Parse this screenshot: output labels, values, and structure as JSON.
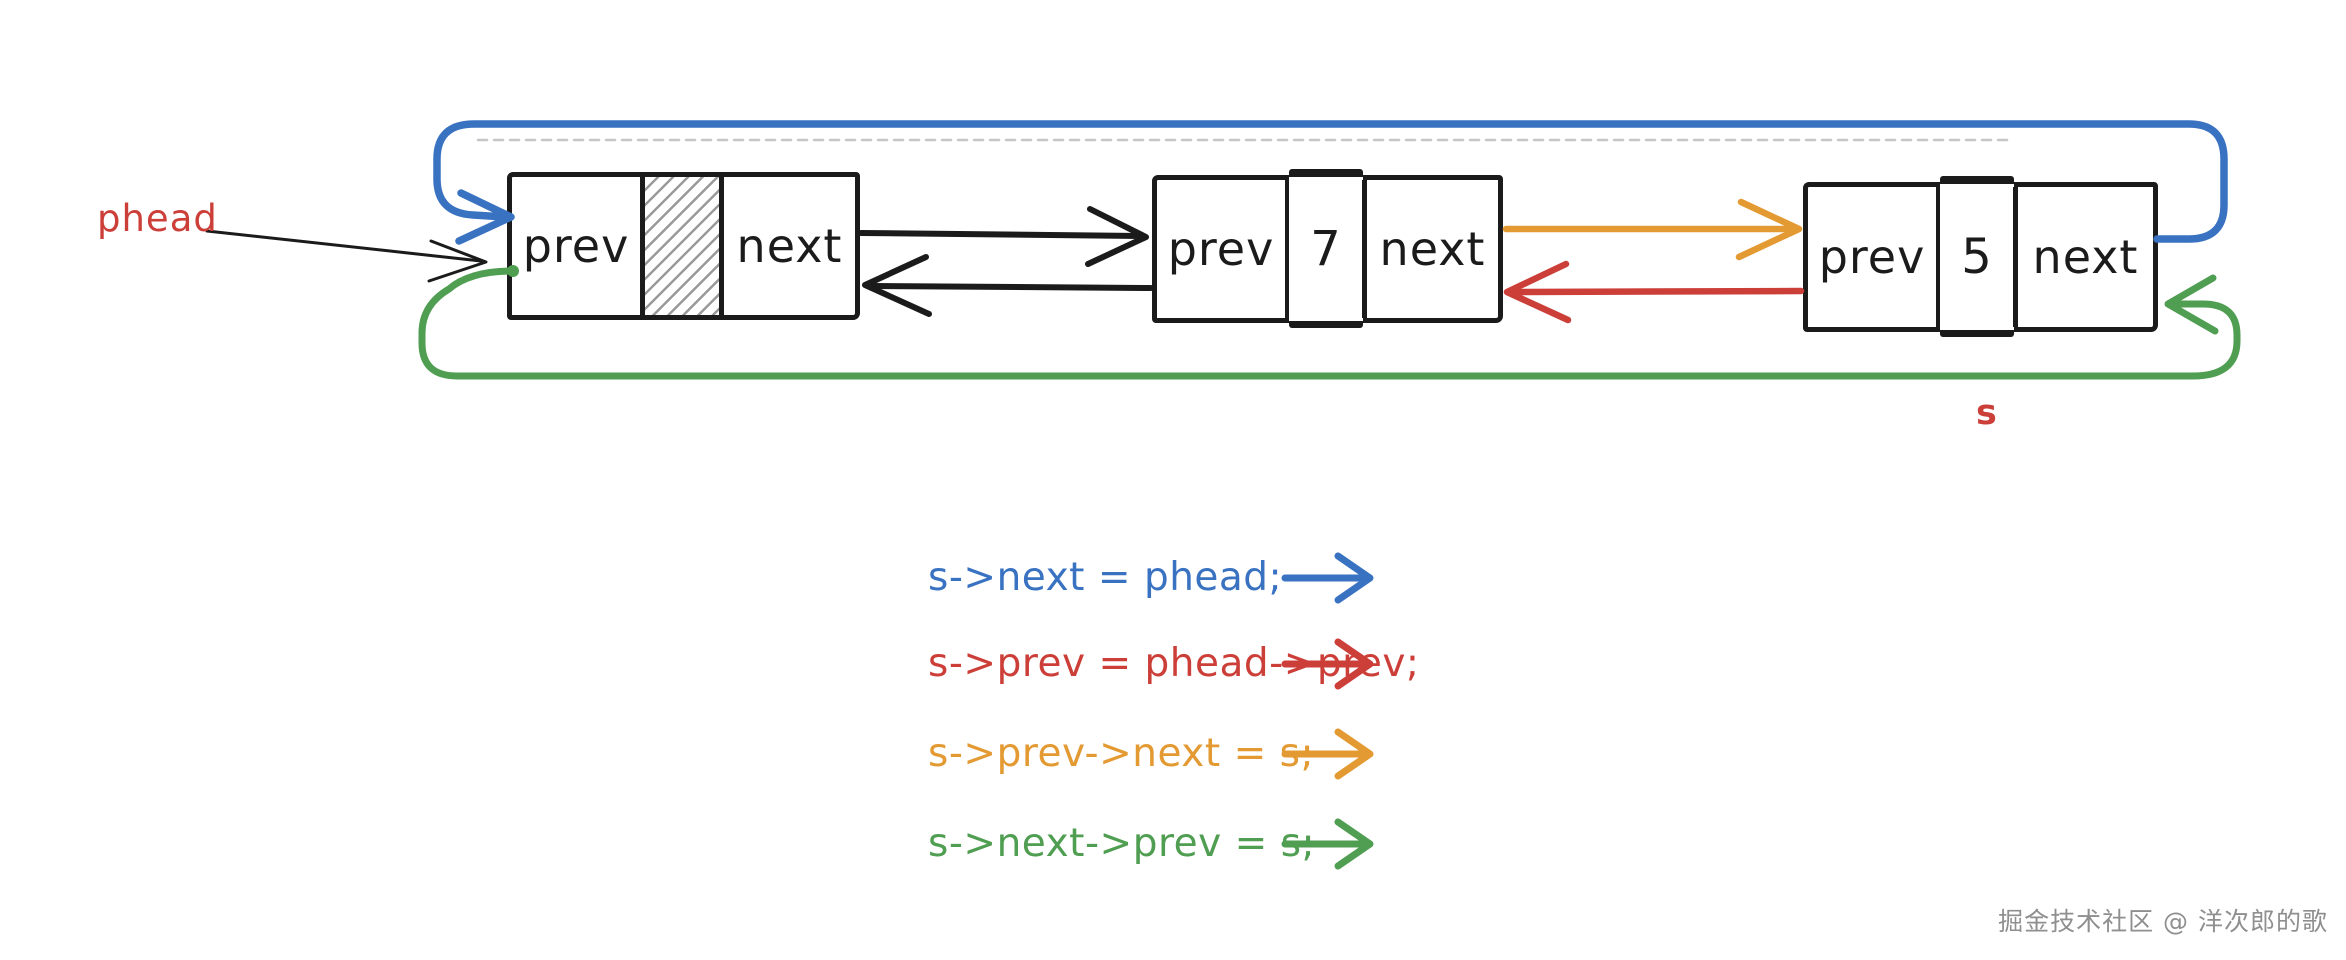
{
  "diagram": {
    "pointer_label": "phead",
    "new_node_label": "s",
    "nodes": [
      {
        "prev_label": "prev",
        "value": "",
        "next_label": "next",
        "value_is_hatched": true
      },
      {
        "prev_label": "prev",
        "value": "7",
        "next_label": "next",
        "value_is_hatched": false
      },
      {
        "prev_label": "prev",
        "value": "5",
        "next_label": "next",
        "value_is_hatched": false
      }
    ]
  },
  "legend": {
    "items": [
      {
        "code": "s->next = phead;",
        "color": "#3a72c2"
      },
      {
        "code": "s->prev = phead->prev;",
        "color": "#cc3f39"
      },
      {
        "code": "s->prev->next = s;",
        "color": "#e49a33"
      },
      {
        "code": "s->next->prev = s;",
        "color": "#4f9e52"
      }
    ]
  },
  "watermark": "掘金技术社区 @ 洋次郎的歌",
  "colors": {
    "blue": "#3a72c2",
    "red": "#cc3f39",
    "orange": "#e49a33",
    "green": "#4f9e52",
    "ink": "#1b1b1b",
    "hatch": "#9a9a9a",
    "ghost": "#c6c6c6",
    "watermark": "#8f8f8f"
  }
}
